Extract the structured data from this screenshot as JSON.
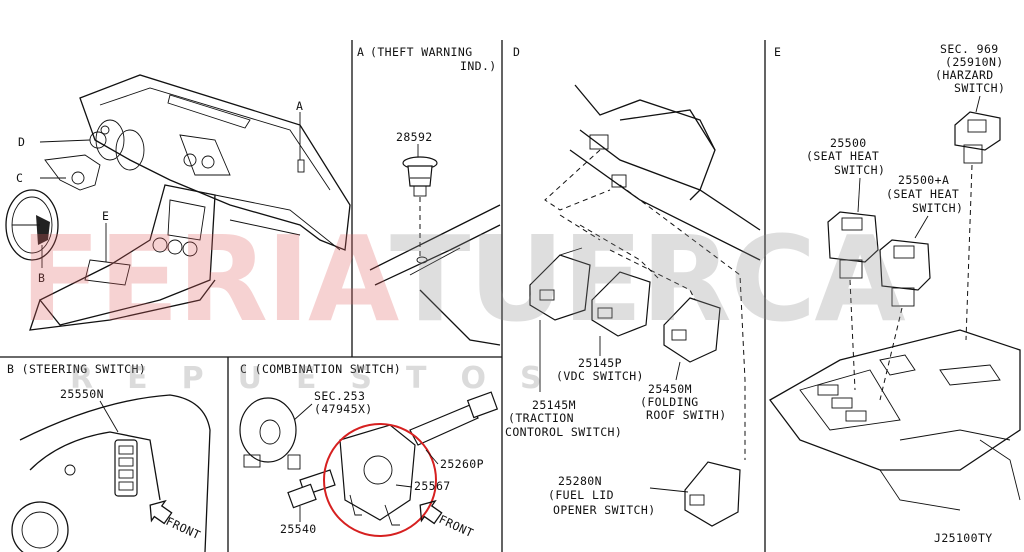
{
  "sections": {
    "A": {
      "letter": "A",
      "title_line1": "(THEFT WARNING",
      "title_line2": "IND.)"
    },
    "B": {
      "title": "B (STEERING SWITCH)"
    },
    "C": {
      "title": "C (COMBINATION SWITCH)"
    },
    "D": {
      "letter": "D"
    },
    "E": {
      "letter": "E"
    }
  },
  "overview_callouts": {
    "A": "A",
    "B": "B",
    "C": "C",
    "D": "D",
    "E": "E"
  },
  "parts": {
    "p28592": "28592",
    "p25550N": "25550N",
    "sec253_l1": "SEC.253",
    "sec253_l2": "(47945X)",
    "p25260P": "25260P",
    "p25567": "25567",
    "p25540": "25540",
    "p25145M_l1": "25145M",
    "p25145M_l2": "(TRACTION",
    "p25145M_l3": "CONTOROL SWITCH)",
    "p25145P_l1": "25145P",
    "p25145P_l2": "(VDC SWITCH)",
    "p25450M_l1": "25450M",
    "p25450M_l2": "(FOLDING",
    "p25450M_l3": "ROOF SWITH)",
    "p25280N_l1": "25280N",
    "p25280N_l2": "(FUEL LID",
    "p25280N_l3": "OPENER SWITCH)",
    "p25500_l1": "25500",
    "p25500_l2": "(SEAT HEAT",
    "p25500_l3": "SWITCH)",
    "p25500A_l1": "25500+A",
    "p25500A_l2": "(SEAT HEAT",
    "p25500A_l3": "SWITCH)",
    "sec969_l1": "SEC. 969",
    "sec969_l2": "(25910N)",
    "sec969_l3": "(HARZARD",
    "sec969_l4": "SWITCH)"
  },
  "front_labels": {
    "b": "FRONT",
    "c": "FRONT"
  },
  "diagram_code": "J25100TY",
  "watermark": {
    "line1_red": "FERIA",
    "line1_grey": "TUERCA",
    "line2": "REPUESTOS"
  },
  "colors": {
    "highlight_circle": "#d62020",
    "watermark_red": "#e06060",
    "watermark_grey": "#8a8a8a",
    "ink": "#111111"
  }
}
